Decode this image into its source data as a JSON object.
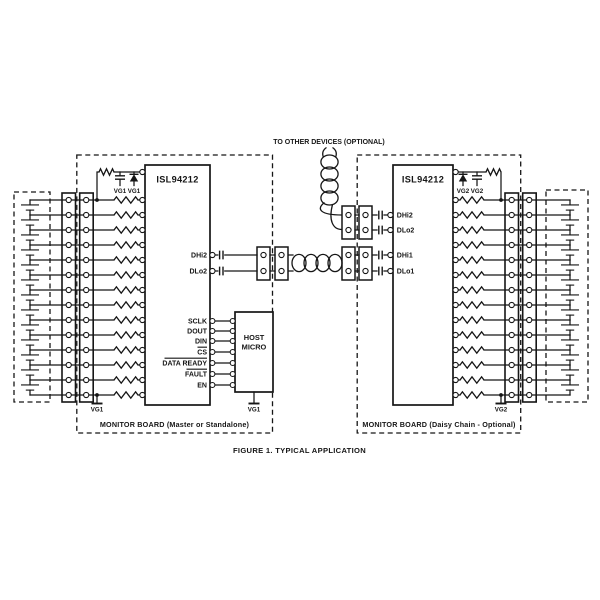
{
  "figure_caption": "FIGURE 1.  TYPICAL APPLICATION",
  "to_other_devices_label": "TO OTHER DEVICES (OPTIONAL)",
  "colors": {
    "part_number_blue": "#235a9d",
    "line_black": "#161616"
  },
  "battery": {
    "cells_per_stack": 13,
    "taps_per_stack": 14
  },
  "left_board": {
    "caption": "MONITOR BOARD (Master or Standalone)",
    "chip_label": "ISL94212",
    "protection_net_labels": [
      "VG1",
      "VG1"
    ],
    "board_ground_label": "VG1",
    "host_ground_label": "VG1",
    "daisy_pins": [
      {
        "label": "DHi2"
      },
      {
        "label": "DLo2"
      }
    ],
    "spi_pins": [
      {
        "label": "SCLK",
        "active_low": false
      },
      {
        "label": "DOUT",
        "active_low": false
      },
      {
        "label": "DIN",
        "active_low": false
      },
      {
        "label": "CS",
        "active_low": true
      },
      {
        "label": "DATA READY",
        "active_low": true
      },
      {
        "label": "FAULT",
        "active_low": true
      },
      {
        "label": "EN",
        "active_low": false
      }
    ],
    "host": {
      "label_line1": "HOST",
      "label_line2": "MICRO"
    }
  },
  "right_board": {
    "caption": "MONITOR BOARD (Daisy Chain - Optional)",
    "chip_label": "ISL94212",
    "protection_net_labels": [
      "VG2",
      "VG2"
    ],
    "board_ground_label": "VG2",
    "daisy_pins_up": [
      {
        "label": "DHi2"
      },
      {
        "label": "DLo2"
      }
    ],
    "daisy_pins_link": [
      {
        "label": "DHi1"
      },
      {
        "label": "DLo1"
      }
    ]
  }
}
